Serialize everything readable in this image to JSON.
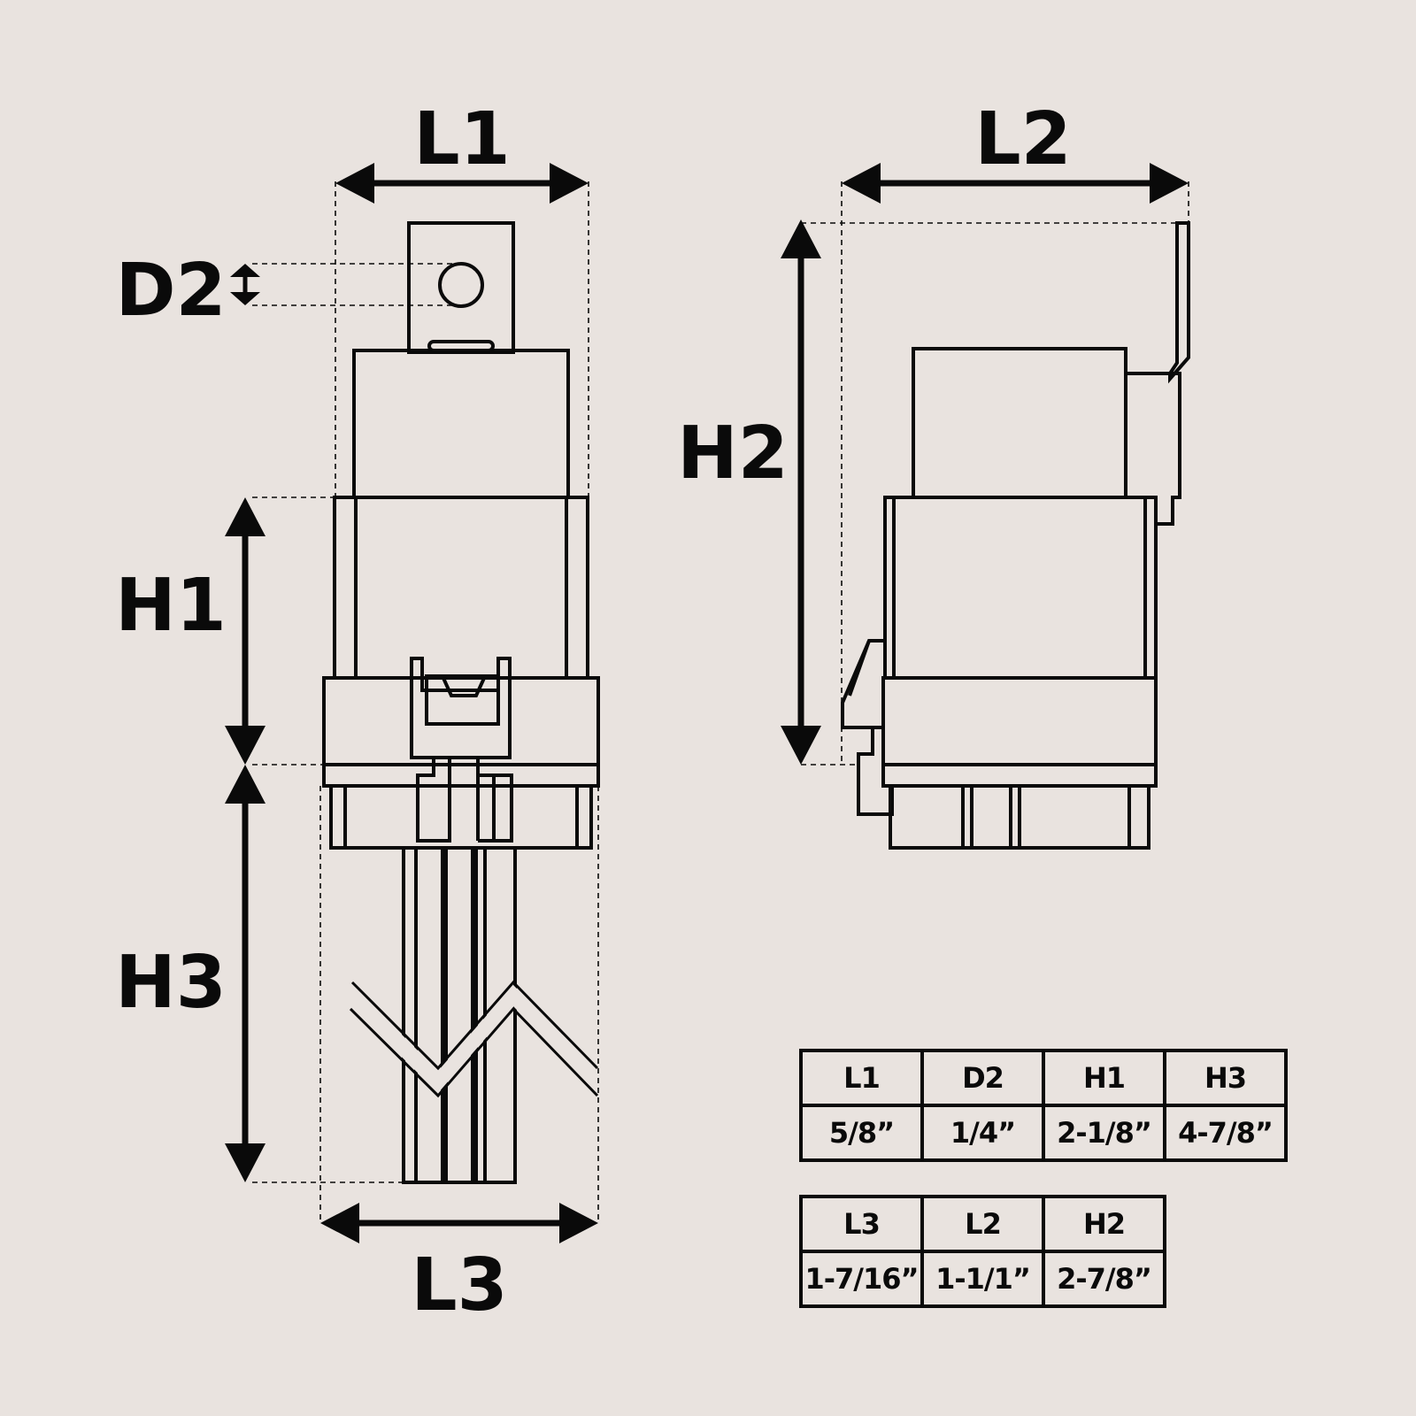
{
  "labels": {
    "L1": "L1",
    "L2": "L2",
    "L3": "L3",
    "D2": "D2",
    "H1": "H1",
    "H2": "H2",
    "H3": "H3"
  },
  "tables": [
    {
      "headers": [
        "L1",
        "D2",
        "H1",
        "H3"
      ],
      "values": [
        "5/8”",
        "1/4”",
        "2-1/8”",
        "4-7/8”"
      ]
    },
    {
      "headers": [
        "L3",
        "L2",
        "H2"
      ],
      "values": [
        "1-7/16”",
        "1-1/1”",
        "2-7/8”"
      ]
    }
  ],
  "colors": {
    "background": "#e9e3df",
    "ink": "#0a0a0a"
  }
}
